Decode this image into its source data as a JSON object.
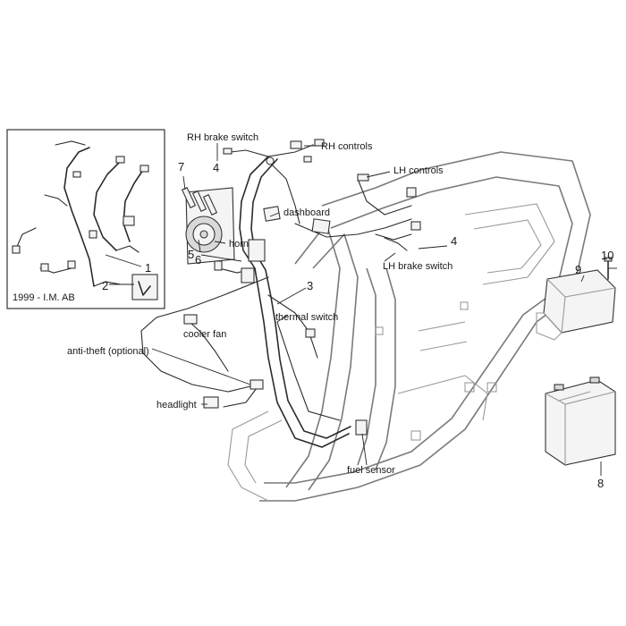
{
  "labels": {
    "rh_brake_switch": "RH brake switch",
    "rh_controls": "RH controls",
    "lh_controls": "LH controls",
    "dashboard": "dashboard",
    "horn": "horn",
    "lh_brake_switch": "LH brake switch",
    "thermal_switch": "thermal switch",
    "cooler_fan": "cooler fan",
    "anti_theft": "anti-theft (optional)",
    "headlight": "headlight",
    "fuel_sensor": "fuel sensor",
    "inset_caption": "1999 - I.M. AB"
  },
  "part_numbers": {
    "n1": "1",
    "n2": "2",
    "n3": "3",
    "n4_top": "4",
    "n4_right": "4",
    "n5": "5",
    "n6": "6",
    "n7": "7",
    "n8": "8",
    "n9": "9",
    "n10": "10"
  }
}
